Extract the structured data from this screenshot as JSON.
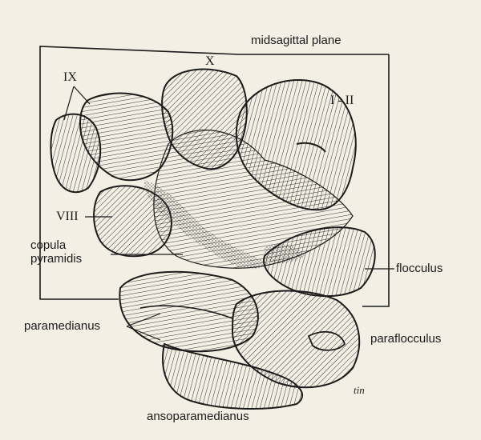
{
  "labels": {
    "midsagittal": "midsagittal plane",
    "x": "X",
    "ix": "IX",
    "i_ii": "I - II",
    "viii": "VIII",
    "copula": "copula",
    "pyramidis": "pyramidis",
    "flocculus": "flocculus",
    "paramedianus": "paramedianus",
    "paraflocculus": "paraflocculus",
    "ansoparamedianus": "ansoparamedianus"
  },
  "signature": "tin",
  "colors": {
    "background": "#f3efe4",
    "ink": "#1b1b1b",
    "stipple": "#444444"
  }
}
